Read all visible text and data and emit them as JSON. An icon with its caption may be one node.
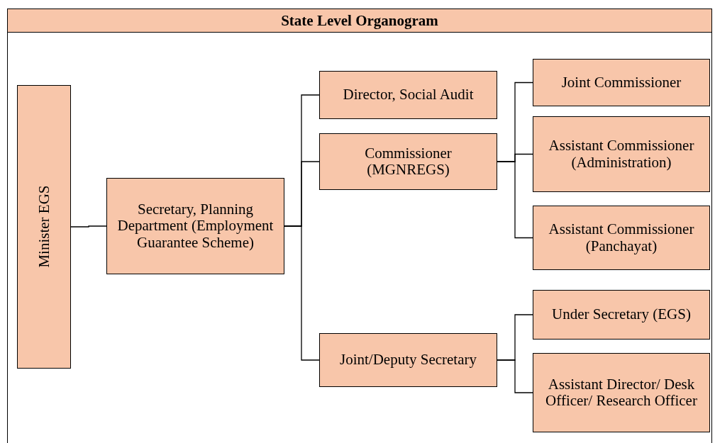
{
  "diagram": {
    "title": "State Level Organogram",
    "nodes": [
      {
        "text": [
          "Minister EGS"
        ]
      },
      {
        "text": [
          "Secretary, Planning Department (Employment Guarantee Scheme)"
        ]
      },
      {
        "text": [
          "Director, Social Audit"
        ]
      },
      {
        "text": [
          "Commissioner (MGNREGS)"
        ]
      },
      {
        "text": [
          "Joint/Deputy Secretary"
        ]
      },
      {
        "text": [
          "Joint Commissioner"
        ]
      },
      {
        "text": [
          "Assistant Commissioner (Administration)"
        ]
      },
      {
        "text": [
          "Assistant Commissioner (Panchayat)"
        ]
      },
      {
        "text": [
          "Under Secretary (EGS)"
        ]
      },
      {
        "text": [
          "Assistant Director/ Desk Officer/ Research Officer"
        ]
      }
    ],
    "edges": [
      {
        "from": 0,
        "to": 1,
        "arrow": "none"
      },
      {
        "from": 1,
        "to": 2,
        "arrow": "none"
      },
      {
        "from": 1,
        "to": 3,
        "arrow": "none"
      },
      {
        "from": 1,
        "to": 4,
        "arrow": "none"
      },
      {
        "from": 3,
        "to": 5,
        "arrow": "none"
      },
      {
        "from": 3,
        "to": 6,
        "arrow": "none"
      },
      {
        "from": 3,
        "to": 7,
        "arrow": "none"
      },
      {
        "from": 4,
        "to": 8,
        "arrow": "none"
      },
      {
        "from": 4,
        "to": 9,
        "arrow": "none"
      }
    ]
  }
}
